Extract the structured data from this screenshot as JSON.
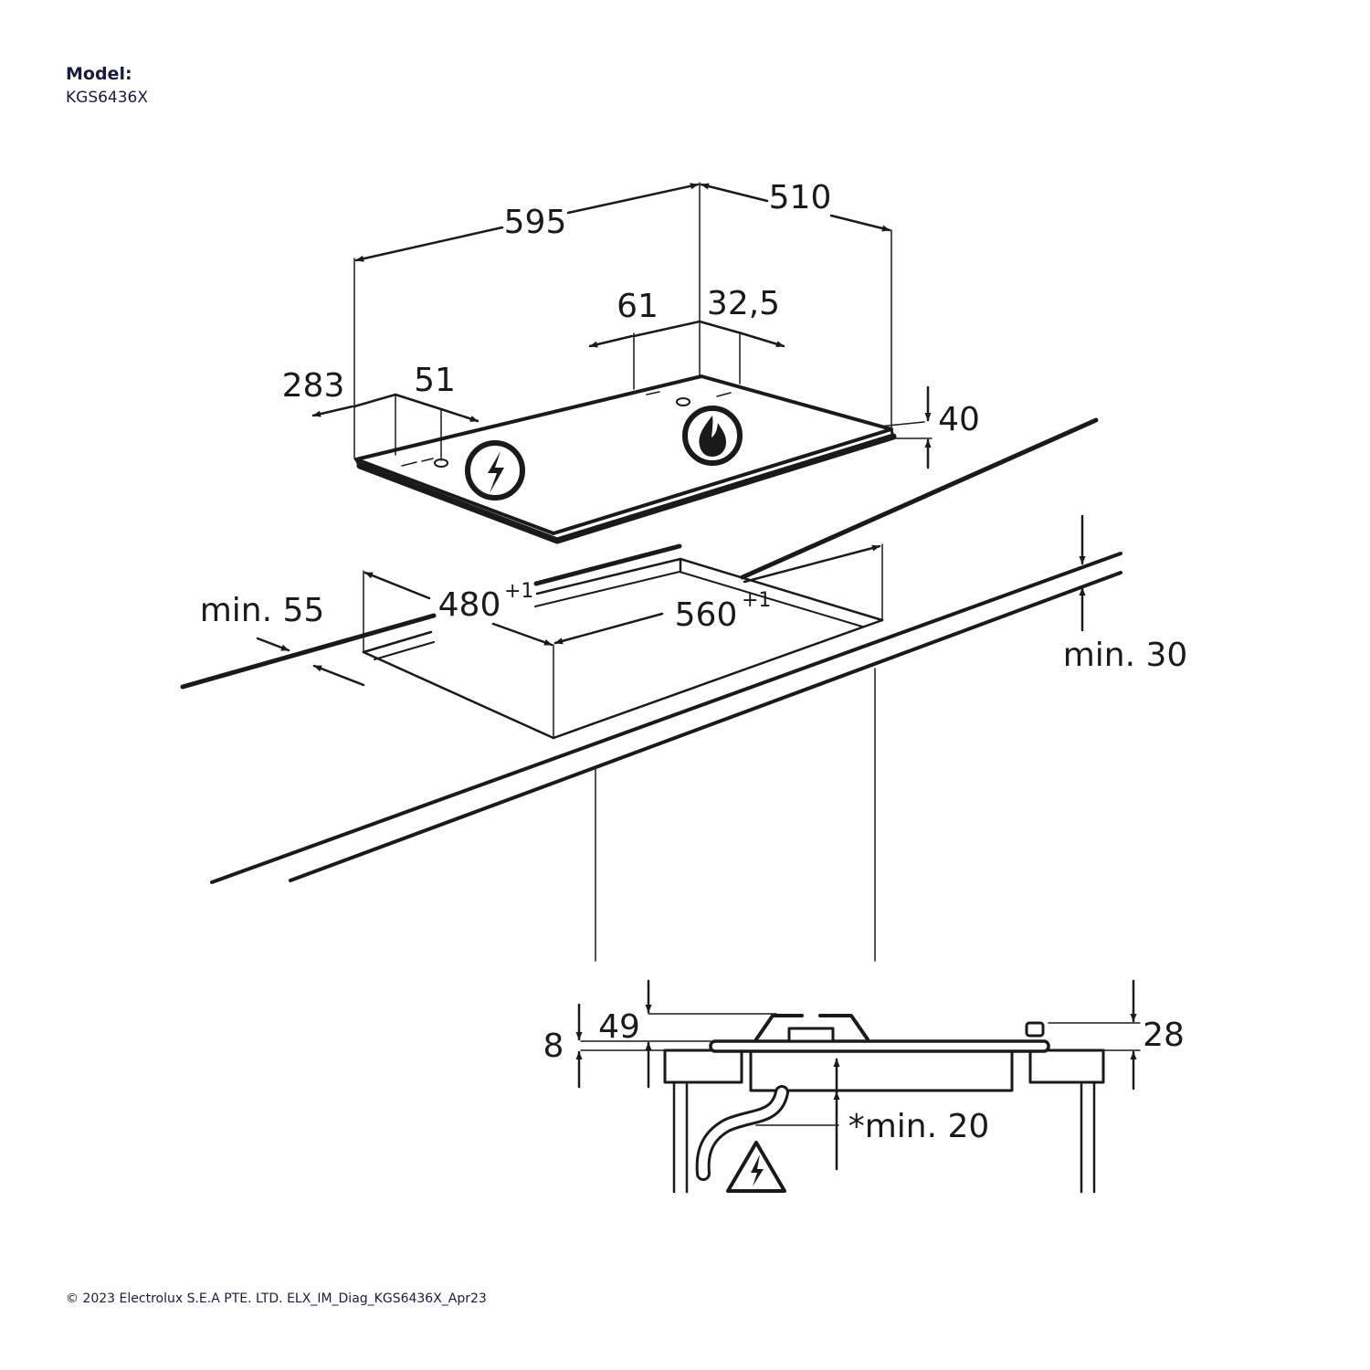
{
  "header": {
    "model_label": "Model:",
    "model_value": "KGS6436X"
  },
  "footer": {
    "copyright": "© 2023 Electrolux S.E.A PTE. LTD. ELX_IM_Diag_KGS6436X_Apr23"
  },
  "dimensions": {
    "width": "595",
    "depth": "510",
    "d61": "61",
    "d32_5": "32,5",
    "d283": "283",
    "d51": "51",
    "d40": "40",
    "min55": "min. 55",
    "cut_depth": "480",
    "cut_depth_tol": "+1",
    "cut_width": "560",
    "cut_width_tol": "+1",
    "min30": "min. 30",
    "d8": "8",
    "d49": "49",
    "d28": "28",
    "min20": "*min. 20"
  },
  "icons": {
    "electric": "electric-connection-icon",
    "gas": "gas-connection-icon",
    "warning": "electric-warning-icon"
  },
  "colors": {
    "line": "#1a1a1a",
    "text": "#1b1b3a",
    "background": "#ffffff"
  }
}
